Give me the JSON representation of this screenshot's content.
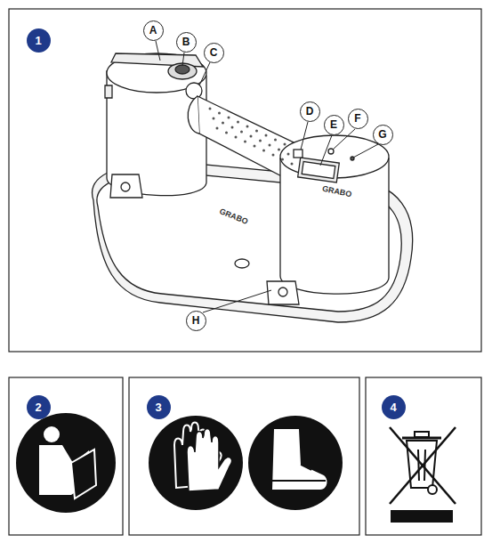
{
  "diagram": {
    "nodes": [
      {
        "text": [
          "1"
        ]
      },
      {
        "text": [
          "A"
        ]
      },
      {
        "text": [
          "B"
        ]
      },
      {
        "text": [
          "C"
        ]
      },
      {
        "text": [
          "D"
        ]
      },
      {
        "text": [
          "E"
        ]
      },
      {
        "text": [
          "F"
        ]
      },
      {
        "text": [
          "G"
        ]
      },
      {
        "text": [
          "H"
        ]
      },
      {
        "text": [
          "2"
        ]
      },
      {
        "text": [
          "3"
        ]
      },
      {
        "text": [
          "4"
        ]
      }
    ],
    "edges": [],
    "labels": [
      "GRABO",
      "GRABO"
    ]
  }
}
